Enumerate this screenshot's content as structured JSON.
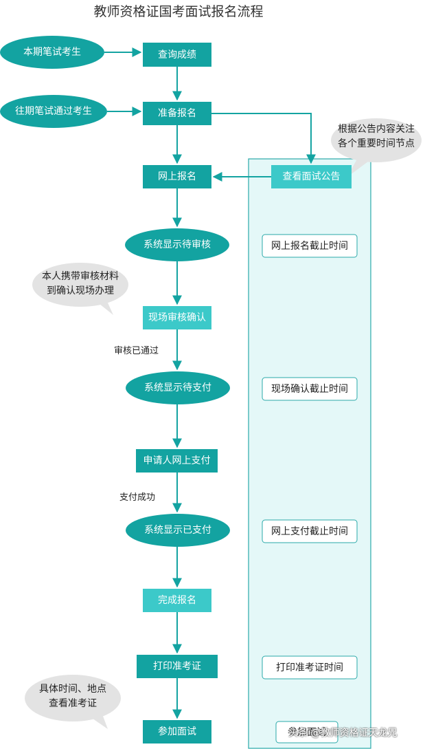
{
  "title": "教师资格证国考面试报名流程",
  "colors": {
    "teal": "#13a3a1",
    "teal_light": "#3cc9c9",
    "panel_fill": "#e4f8f8",
    "panel_stroke": "#2aa9a9",
    "bubble": "#e3e3e3"
  },
  "start_nodes": {
    "current_exam": "本期笔试考生",
    "past_passed": "往期笔试通过考生"
  },
  "steps": {
    "query_score": "查询成绩",
    "prepare": "准备报名",
    "online_register": "网上报名",
    "system_pending_review": "系统显示待审核",
    "onsite_confirm": "现场审核确认",
    "system_pending_payment": "系统显示待支付",
    "online_payment": "申请人网上支付",
    "system_paid": "系统显示已支付",
    "complete": "完成报名",
    "print_admit": "打印准考证",
    "attend": "参加面试"
  },
  "edge_labels": {
    "review_passed": "审核已通过",
    "payment_success": "支付成功"
  },
  "panel": {
    "notice": "查看面试公告",
    "deadline_register": "网上报名截止时间",
    "deadline_confirm": "现场确认截止时间",
    "deadline_payment": "网上支付截止时间",
    "print_time": "打印准考证时间",
    "interview_time": "参加面试"
  },
  "bubbles": {
    "notice_line1": "根据公告内容关注",
    "notice_line2": "各个重要时间节点",
    "material_line1": "本人携带审核材料",
    "material_line2": "到确认现场办理",
    "time_line1": "具体时间、地点",
    "time_line2": "查看准考证"
  },
  "watermark": "头条 @教师资格证天龙兄"
}
